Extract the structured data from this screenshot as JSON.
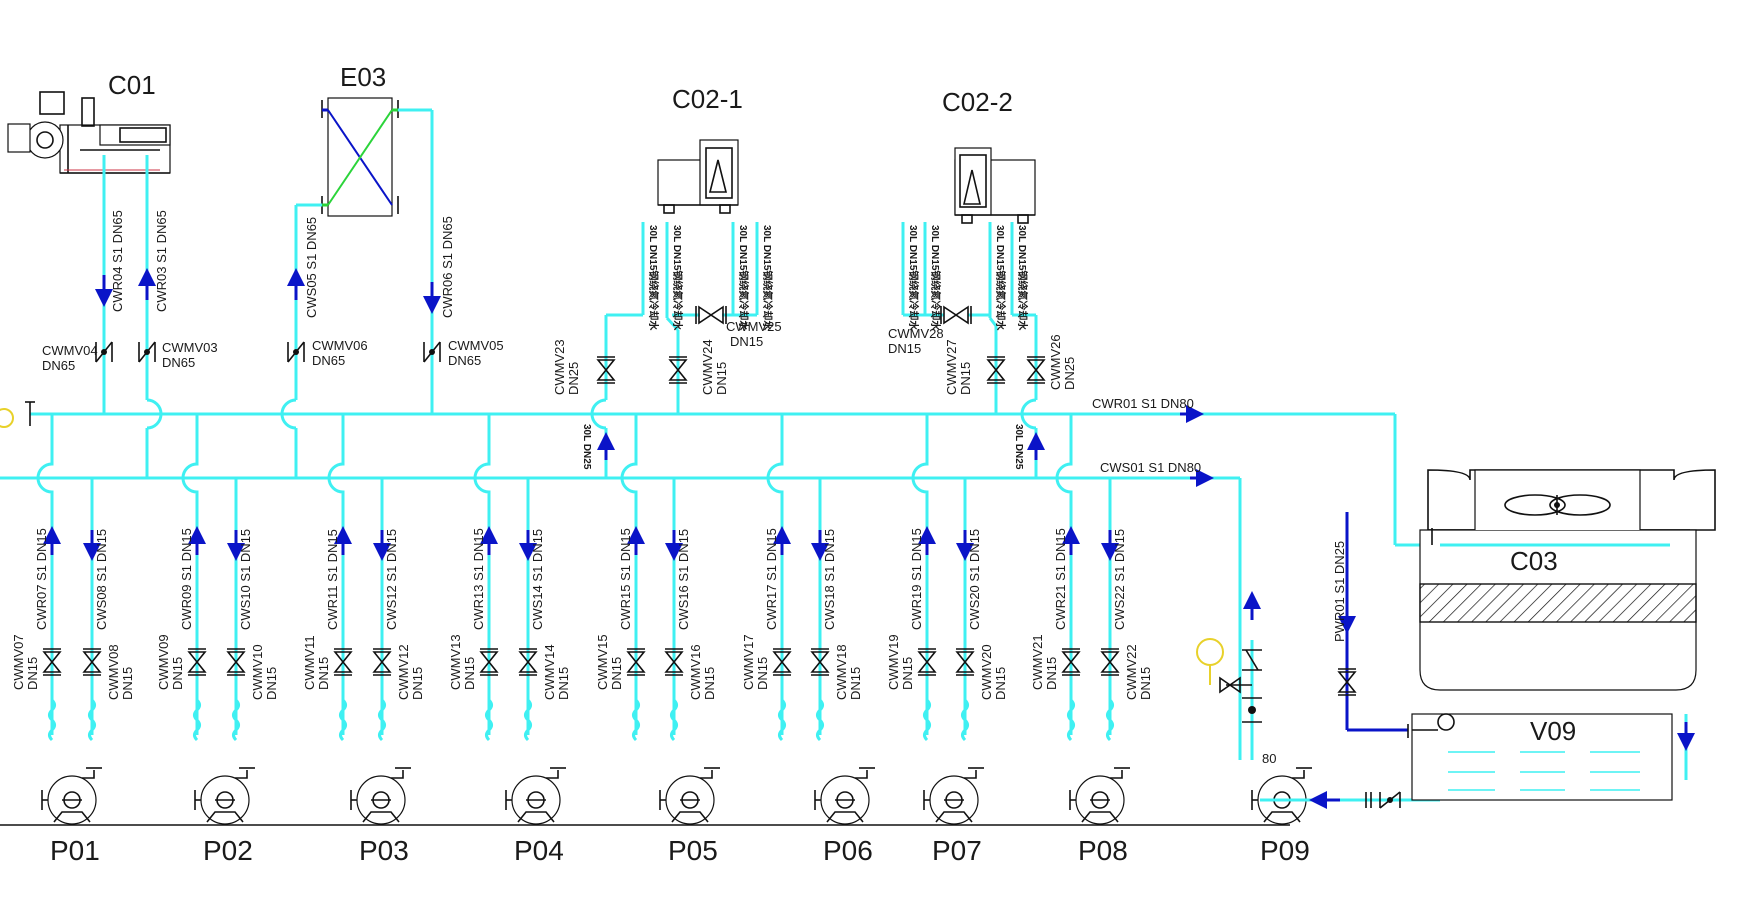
{
  "colors": {
    "water_pipe": "#3ff0f2",
    "make_up_pipe": "#0a14c8",
    "arrow": "#0a14c8",
    "exchanger_inner": "#2bd43a",
    "line": "#111111"
  },
  "equipment": {
    "c01": "C01",
    "e03": "E03",
    "c02_1": "C02-1",
    "c02_2": "C02-2",
    "c03": "C03",
    "v09": "V09"
  },
  "pumps": [
    "P01",
    "P02",
    "P03",
    "P04",
    "P05",
    "P06",
    "P07",
    "P08",
    "P09"
  ],
  "p09_size": "80",
  "headers": {
    "cwr01": "CWR01 S1 DN80",
    "cws01": "CWS01 S1 DN80"
  },
  "pipe_labels": {
    "cwr04": "CWR04 S1 DN65",
    "cwr03": "CWR03 S1 DN65",
    "cws05": "CWS05 S1 DN65",
    "cwr06": "CWR06 S1 DN65",
    "pwr01": "PWR01 S1 DN25",
    "branch_dn25_a": "30L DN25",
    "branch_dn25_b": "30L DN25",
    "c02_1_a": "30L DN15钢绕氮冷却水",
    "c02_1_b": "30L DN15钢绕氮冷却水",
    "c02_1_c": "30L DN15钢绕氮冷却水",
    "c02_1_d": "30L DN15钢绕氮冷却水",
    "c02_2_a": "30L DN15钢绕氮冷却水",
    "c02_2_b": "30L DN15钢绕氮冷却水",
    "c02_2_c": "30L DN15钢绕氮冷却水",
    "c02_2_d": "30L DN15钢绕氮冷却水"
  },
  "branch_lines": [
    {
      "r": "CWR07 S1 DN15",
      "s": "CWS08 S1 DN15",
      "vr": "CWMV07",
      "vrs": "DN15",
      "vs": "CWMV08",
      "vss": "DN15"
    },
    {
      "r": "CWR09 S1 DN15",
      "s": "CWS10 S1 DN15",
      "vr": "CWMV09",
      "vrs": "DN15",
      "vs": "CWMV10",
      "vss": "DN15"
    },
    {
      "r": "CWR11 S1 DN15",
      "s": "CWS12 S1 DN15",
      "vr": "CWMV11",
      "vrs": "DN15",
      "vs": "CWMV12",
      "vss": "DN15"
    },
    {
      "r": "CWR13 S1 DN15",
      "s": "CWS14 S1 DN15",
      "vr": "CWMV13",
      "vrs": "DN15",
      "vs": "CWMV14",
      "vss": "DN15"
    },
    {
      "r": "CWR15 S1 DN15",
      "s": "CWS16 S1 DN15",
      "vr": "CWMV15",
      "vrs": "DN15",
      "vs": "CWMV16",
      "vss": "DN15"
    },
    {
      "r": "CWR17 S1 DN15",
      "s": "CWS18 S1 DN15",
      "vr": "CWMV17",
      "vrs": "DN15",
      "vs": "CWMV18",
      "vss": "DN15"
    },
    {
      "r": "CWR19 S1 DN15",
      "s": "CWS20 S1 DN15",
      "vr": "CWMV19",
      "vrs": "DN15",
      "vs": "CWMV20",
      "vss": "DN15"
    },
    {
      "r": "CWR21 S1 DN15",
      "s": "CWS22 S1 DN15",
      "vr": "CWMV21",
      "vrs": "DN15",
      "vs": "CWMV22",
      "vss": "DN15"
    }
  ],
  "upper_valves": {
    "cwmv04": "CWMV04",
    "cwmv04_size": "DN65",
    "cwmv03": "CWMV03",
    "cwmv03_size": "DN65",
    "cwmv06": "CWMV06",
    "cwmv06_size": "DN65",
    "cwmv05": "CWMV05",
    "cwmv05_size": "DN65",
    "cwmv23": "CWMV23",
    "cwmv23_size": "DN25",
    "cwmv24": "CWMV24",
    "cwmv24_size": "DN15",
    "cwmv25": "CWMV25",
    "cwmv25_size": "DN15",
    "cwmv28": "CWMV28",
    "cwmv28_size": "DN15",
    "cwmv27": "CWMV27",
    "cwmv27_size": "DN15",
    "cwmv26": "CWMV26",
    "cwmv26_size": "DN25"
  }
}
